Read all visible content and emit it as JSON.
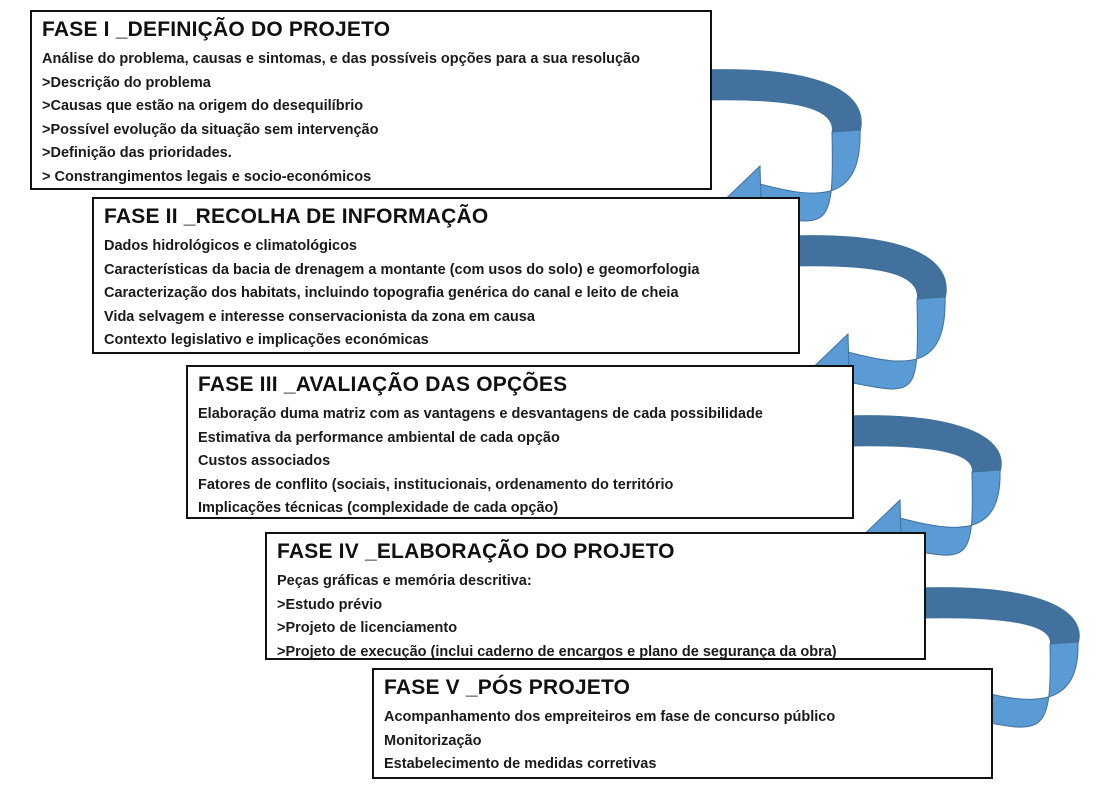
{
  "colors": {
    "arrow_front": "#5b9bd5",
    "arrow_back": "#41719c",
    "border": "#111111"
  },
  "phases": [
    {
      "title": "FASE I _DEFINIÇÃO DO PROJETO",
      "items": [
        "Análise do problema, causas e sintomas, e das possíveis opções para a sua resolução",
        ">Descrição do problema",
        ">Causas que estão na origem do desequilíbrio",
        ">Possível evolução da situação sem intervenção",
        ">Definição das prioridades.",
        "> Constrangimentos legais e socio-económicos"
      ]
    },
    {
      "title": "FASE II _RECOLHA DE INFORMAÇÃO",
      "items": [
        "Dados hidrológicos e climatológicos",
        "Características da bacia de drenagem a montante (com usos do solo) e geomorfologia",
        "Caracterização dos habitats, incluindo topografia genérica do canal e leito de cheia",
        "Vida selvagem e interesse conservacionista da zona em causa",
        "Contexto legislativo e implicações económicas"
      ]
    },
    {
      "title": "FASE III _AVALIAÇÃO DAS OPÇÕES",
      "items": [
        "Elaboração duma matriz com as vantagens e desvantagens de cada possibilidade",
        "Estimativa da performance ambiental de cada opção",
        "Custos associados",
        "Fatores de conflito (sociais, institucionais, ordenamento do território",
        "Implicações técnicas (complexidade de cada opção)"
      ]
    },
    {
      "title": "FASE IV _ELABORAÇÃO DO PROJETO",
      "items": [
        "Peças gráficas e memória descritiva:",
        ">Estudo prévio",
        ">Projeto de licenciamento",
        ">Projeto de execução (inclui caderno de encargos e plano de segurança da obra)"
      ]
    },
    {
      "title": "FASE V _PÓS PROJETO",
      "items": [
        "Acompanhamento dos empreiteiros em fase de concurso público",
        "Monitorização",
        "Estabelecimento de medidas corretivas"
      ]
    }
  ]
}
